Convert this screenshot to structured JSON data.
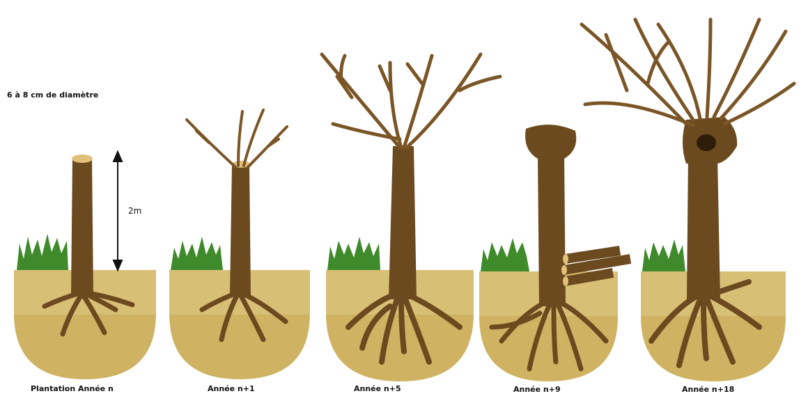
{
  "annotations": {
    "diameter": "6 à 8 cm de diamètre",
    "height": "2m"
  },
  "stages": [
    {
      "caption": "Plantation Année n"
    },
    {
      "caption": "Année n+1"
    },
    {
      "caption": "Année n+5"
    },
    {
      "caption": "Année n+9"
    },
    {
      "caption": "Année n+18"
    }
  ],
  "colors": {
    "trunk": "#6b4a1f",
    "branch": "#7a5526",
    "soil_top": "#d2b66a",
    "soil_bottom": "#c9a94a",
    "grass": "#3f8a2a",
    "cut": "#e3c07a",
    "arrow": "#111111"
  }
}
